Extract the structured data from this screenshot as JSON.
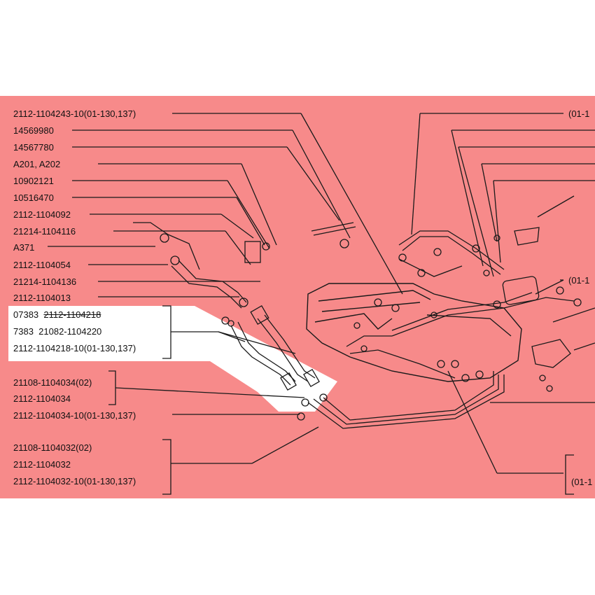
{
  "colors": {
    "highlight": "#f78a8a",
    "white_panel": "#ffffff",
    "line": "#1a1a1a"
  },
  "labels": {
    "l1": "2112-1104243-10(01-130,137)",
    "l2": "14569980",
    "l3": "14567780",
    "l4": "A201, A202",
    "l5": "10902121",
    "l6": "10516470",
    "l7": "2112-1104092",
    "l8": "21214-1104116",
    "l9": "A371",
    "l10": "2112-1104054",
    "l11": "21214-1104136",
    "l12": "2112-1104013",
    "b1_code": "07383",
    "b1_part": "2112-1104218",
    "b2_code": "7383",
    "b2_part": "21082-1104220",
    "b3": "2112-1104218-10(01-130,137)",
    "g1a": "21108-1104034(02)",
    "g1b": "2112-1104034",
    "g2": "2112-1104034-10(01-130,137)",
    "g3a": "21108-1104032(02)",
    "g3b": "2112-1104032",
    "g3c": "2112-1104032-10(01-130,137)",
    "r1": "(01-1",
    "r2": "(01-1",
    "r3": "(01-1"
  }
}
